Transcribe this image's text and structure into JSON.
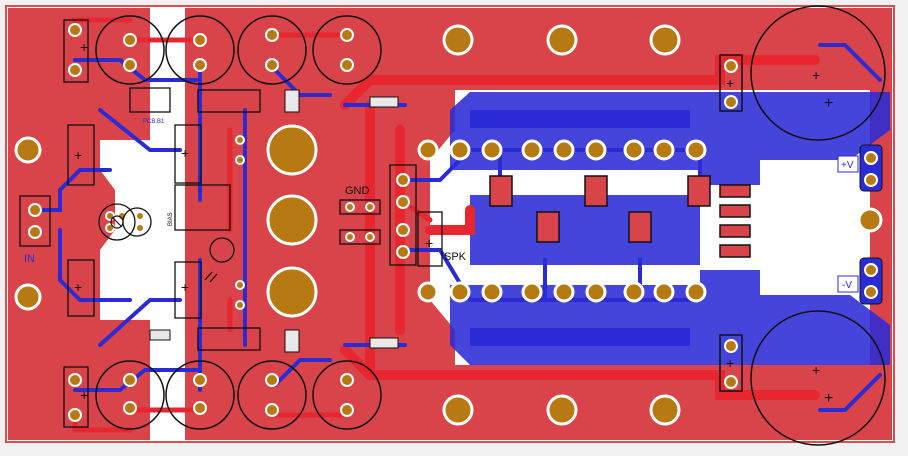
{
  "colors": {
    "background": "#f2f2f2",
    "top_copper": "#d9444a",
    "top_trace": "#e8262f",
    "bottom_copper": "#2b2bd6",
    "pad_fill": "#b77a12",
    "pad_ring": "#ffffff",
    "silkscreen": "#111111",
    "board_outline": "#e7474f"
  },
  "labels": {
    "input": "IN",
    "ground": "GND",
    "speaker": "SPK",
    "positive_supply": "+V",
    "negative_supply": "-V",
    "plus": "+",
    "bias": "BIAS",
    "pcb_text": "PCB.B1"
  },
  "icons": {
    "trimmer": "trimmer-pot-icon",
    "led": "led-icon",
    "mounting_hole": "mounting-hole-icon"
  }
}
